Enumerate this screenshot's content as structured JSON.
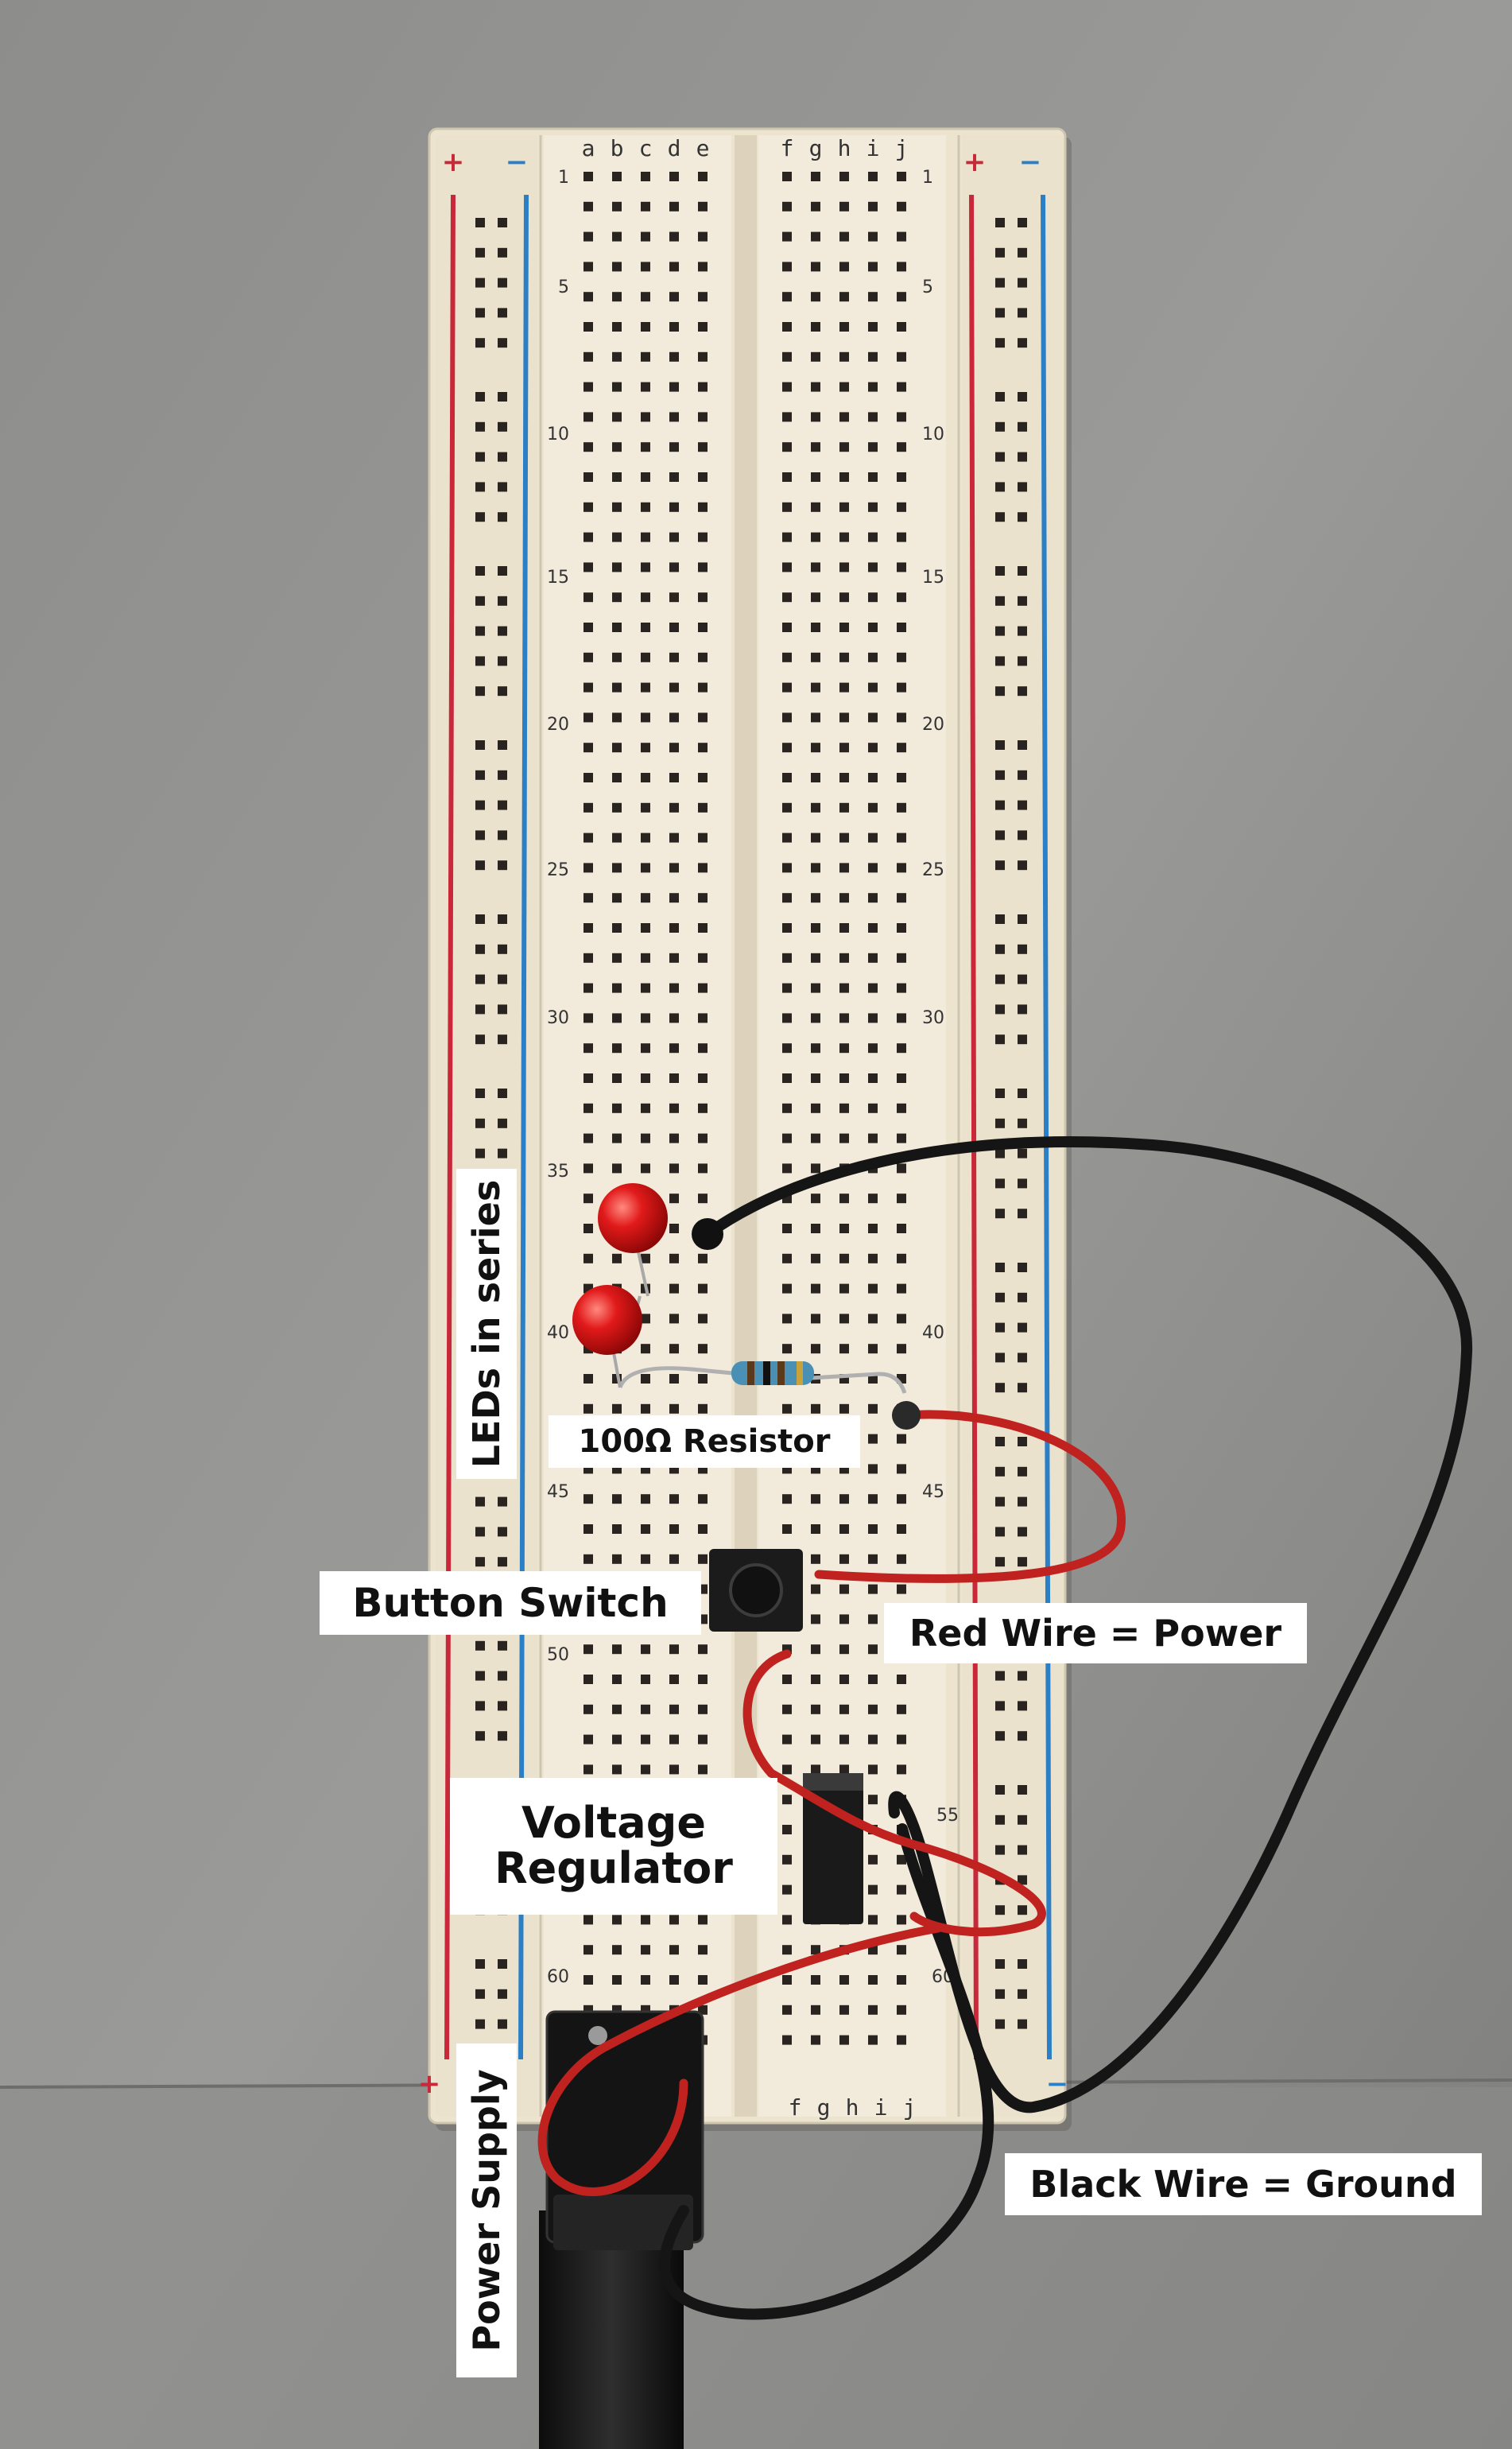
{
  "board": {
    "column_letters_left": [
      "a",
      "b",
      "c",
      "d",
      "e"
    ],
    "column_letters_right": [
      "f",
      "g",
      "h",
      "i",
      "j"
    ],
    "row_numbers": [
      "1",
      "5",
      "10",
      "15",
      "20",
      "25",
      "30",
      "35",
      "40",
      "45",
      "50",
      "55",
      "60"
    ],
    "rail_plus_symbol": "+",
    "rail_minus_symbol": "−",
    "colors": {
      "board": "#ede4d0",
      "rail_red": "#c8283a",
      "rail_blue": "#2b7fc7",
      "hole": "#2a2420",
      "red_wire": "#c0221f",
      "black_wire": "#151515",
      "led": "#d41414"
    }
  },
  "annotations": {
    "leds": "LEDs in series",
    "resistor": "100Ω Resistor",
    "button": "Button Switch",
    "red_wire": "Red Wire = Power",
    "regulator_line1": "Voltage",
    "regulator_line2": "Regulator",
    "black_wire": "Black Wire = Ground",
    "power_supply": "Power Supply"
  }
}
